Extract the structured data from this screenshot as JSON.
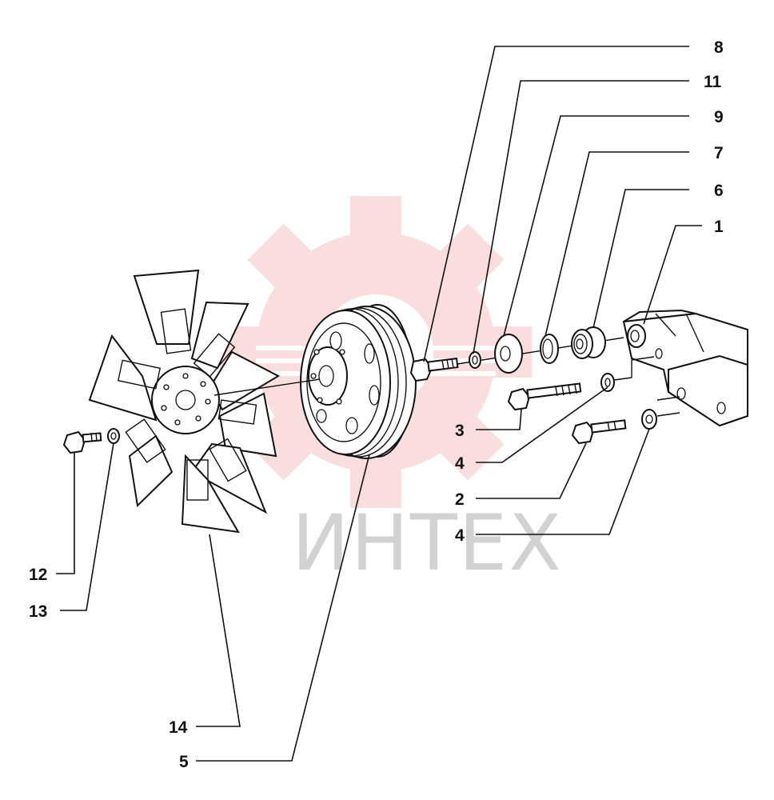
{
  "watermark": {
    "text": "ИНТЕХ",
    "color": "#f08a8a"
  },
  "callouts": [
    {
      "id": "c8",
      "label": "8"
    },
    {
      "id": "c11",
      "label": "11"
    },
    {
      "id": "c9",
      "label": "9"
    },
    {
      "id": "c7",
      "label": "7"
    },
    {
      "id": "c6",
      "label": "6"
    },
    {
      "id": "c1",
      "label": "1"
    },
    {
      "id": "c3",
      "label": "3"
    },
    {
      "id": "c4a",
      "label": "4"
    },
    {
      "id": "c2",
      "label": "2"
    },
    {
      "id": "c4b",
      "label": "4"
    },
    {
      "id": "c12",
      "label": "12"
    },
    {
      "id": "c13",
      "label": "13"
    },
    {
      "id": "c14",
      "label": "14"
    },
    {
      "id": "c5",
      "label": "5"
    }
  ]
}
